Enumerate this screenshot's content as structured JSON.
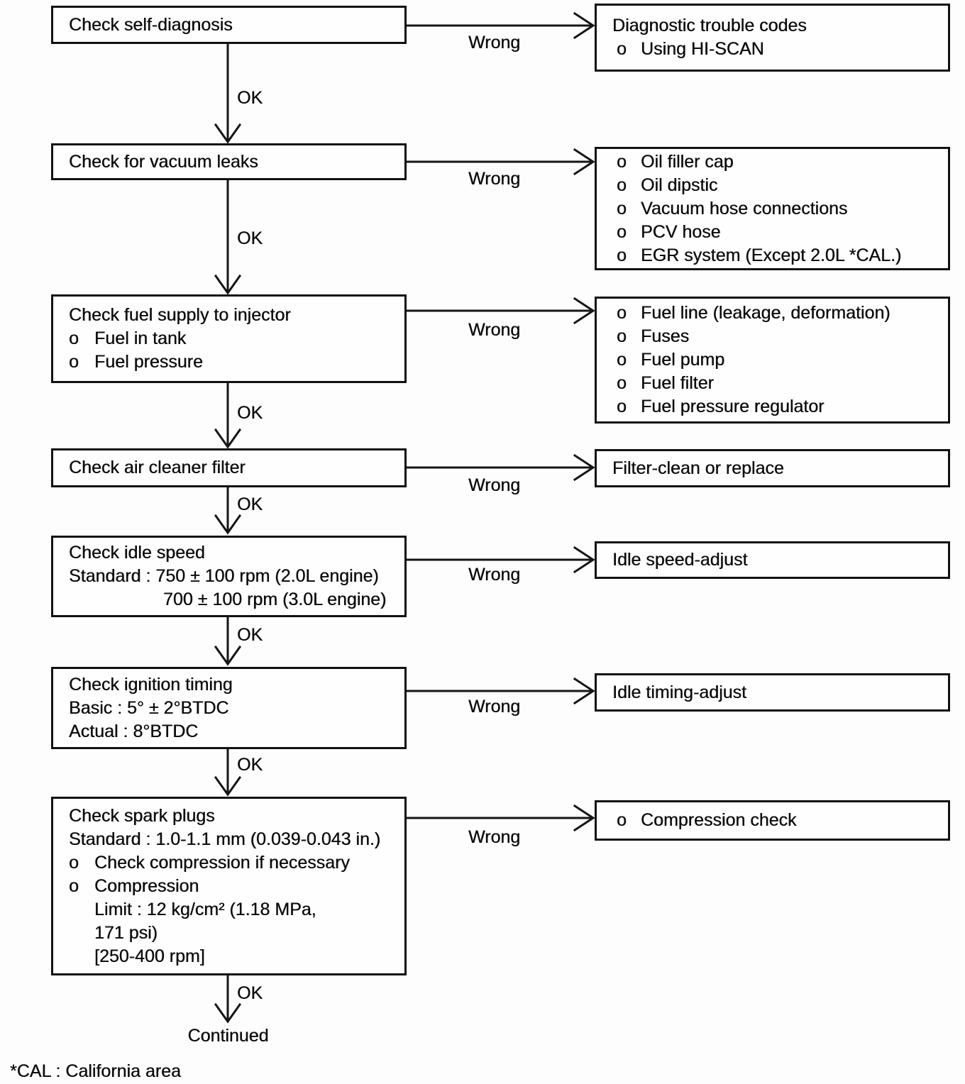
{
  "labels": {
    "ok": "OK",
    "wrong": "Wrong",
    "continued": "Continued",
    "bullet_marker": "o"
  },
  "footnote": "*CAL : California area",
  "steps": [
    {
      "name": "check-self-diagnosis",
      "check": [
        "Check self-diagnosis"
      ],
      "remedy": [
        "Diagnostic trouble codes",
        "Using HI-SCAN"
      ]
    },
    {
      "name": "check-vacuum-leaks",
      "check": [
        "Check for vacuum leaks"
      ],
      "remedy": [
        "Oil filler cap",
        "Oil dipstic",
        "Vacuum hose connections",
        "PCV hose",
        "EGR system (Except 2.0L *CAL.)"
      ]
    },
    {
      "name": "check-fuel-supply",
      "check": [
        "Check fuel supply to injector",
        "Fuel in tank",
        "Fuel pressure"
      ],
      "remedy": [
        "Fuel line (leakage, deformation)",
        "Fuses",
        "Fuel pump",
        "Fuel filter",
        "Fuel pressure regulator"
      ]
    },
    {
      "name": "check-air-cleaner-filter",
      "check": [
        "Check air cleaner filter"
      ],
      "remedy": [
        "Filter-clean or replace"
      ]
    },
    {
      "name": "check-idle-speed",
      "check": [
        "Check idle speed",
        "Standard : 750 ± 100 rpm (2.0L engine)",
        "700 ± 100 rpm (3.0L engine)"
      ],
      "remedy": [
        "Idle speed-adjust"
      ]
    },
    {
      "name": "check-ignition-timing",
      "check": [
        "Check ignition timing",
        "Basic : 5° ± 2°BTDC",
        "Actual : 8°BTDC"
      ],
      "remedy": [
        "Idle timing-adjust"
      ]
    },
    {
      "name": "check-spark-plugs",
      "check": [
        "Check spark plugs",
        "Standard : 1.0-1.1 mm (0.039-0.043 in.)",
        "Check compression if necessary",
        "Compression",
        "Limit : 12 kg/cm² (1.18 MPa,",
        "171 psi)",
        "[250-400 rpm]"
      ],
      "remedy": [
        "Compression check"
      ]
    }
  ]
}
